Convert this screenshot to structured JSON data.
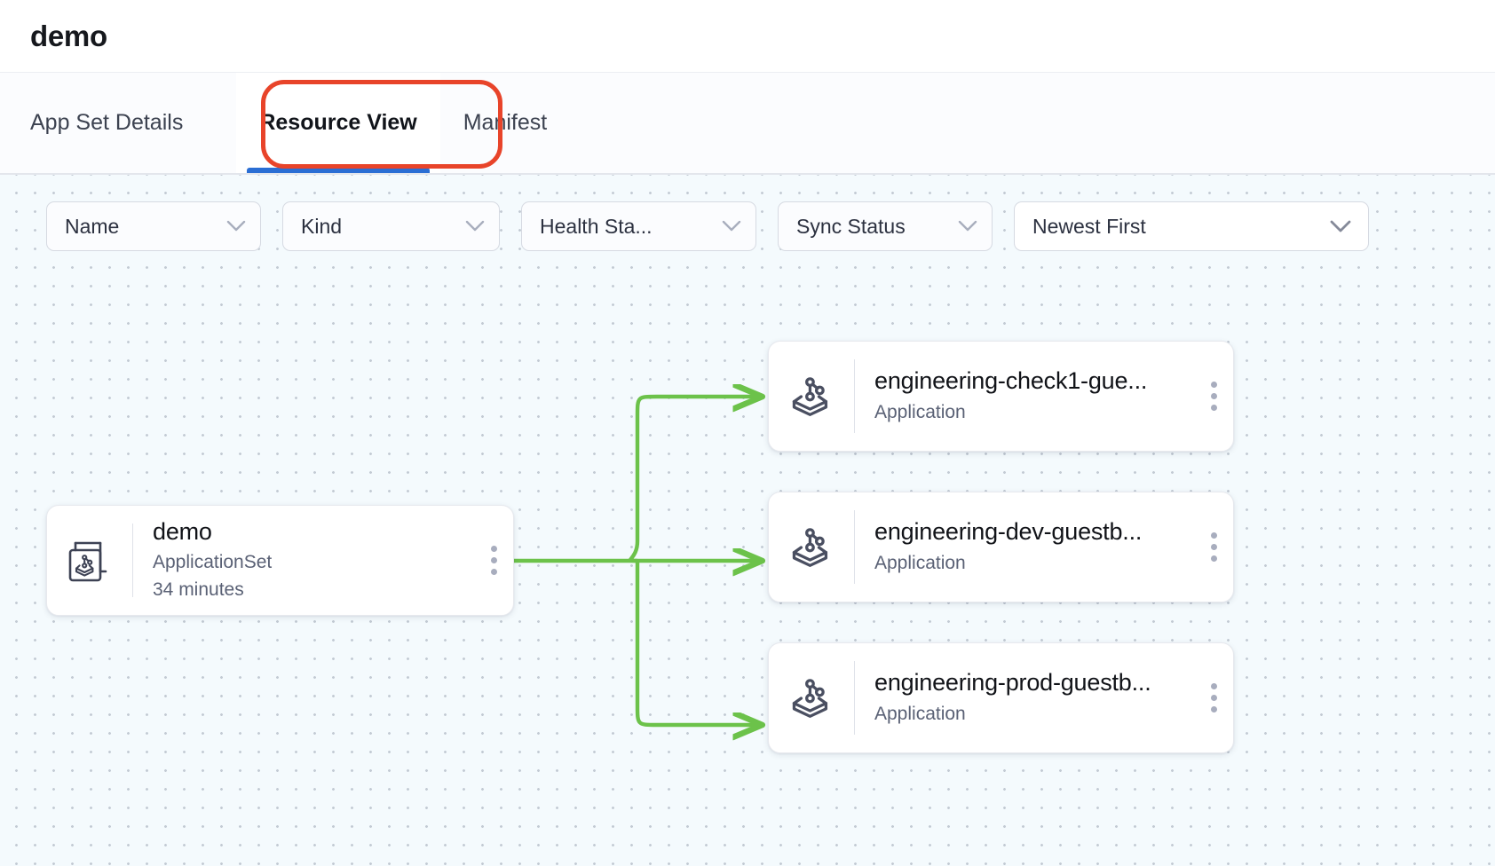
{
  "header": {
    "title": "demo"
  },
  "tabs": [
    {
      "id": "app-set-details",
      "label": "App Set Details",
      "active": false
    },
    {
      "id": "resource-view",
      "label": "Resource View",
      "active": true
    },
    {
      "id": "manifest",
      "label": "Manifest",
      "active": false
    }
  ],
  "annotation": {
    "color": "#e8442a",
    "target": "Resource View"
  },
  "filters": [
    {
      "id": "name",
      "label": "Name",
      "icon": "chevron-down-icon"
    },
    {
      "id": "kind",
      "label": "Kind",
      "icon": "chevron-down-icon"
    },
    {
      "id": "health-status",
      "label": "Health Sta...",
      "icon": "chevron-down-icon"
    },
    {
      "id": "sync-status",
      "label": "Sync Status",
      "icon": "chevron-down-icon"
    },
    {
      "id": "sort-order",
      "label": "Newest First",
      "icon": "chevron-down-icon"
    }
  ],
  "graph": {
    "edge_color": "#6cc24a",
    "source": {
      "id": "appset-demo",
      "name": "demo",
      "kind": "ApplicationSet",
      "age": "34 minutes",
      "icon": "applicationset-icon",
      "menu_icon": "kebab-menu-icon"
    },
    "targets": [
      {
        "id": "app-engineering-check1",
        "name": "engineering-check1-gue...",
        "kind": "Application",
        "icon": "application-icon",
        "menu_icon": "kebab-menu-icon"
      },
      {
        "id": "app-engineering-dev",
        "name": "engineering-dev-guestb...",
        "kind": "Application",
        "icon": "application-icon",
        "menu_icon": "kebab-menu-icon"
      },
      {
        "id": "app-engineering-prod",
        "name": "engineering-prod-guestb...",
        "kind": "Application",
        "icon": "application-icon",
        "menu_icon": "kebab-menu-icon"
      }
    ]
  },
  "colors": {
    "accent": "#2a6ed4",
    "annotation": "#e8442a",
    "edge": "#6cc24a",
    "canvas_bg": "#f4fafd",
    "dot": "#c3cbd4"
  }
}
